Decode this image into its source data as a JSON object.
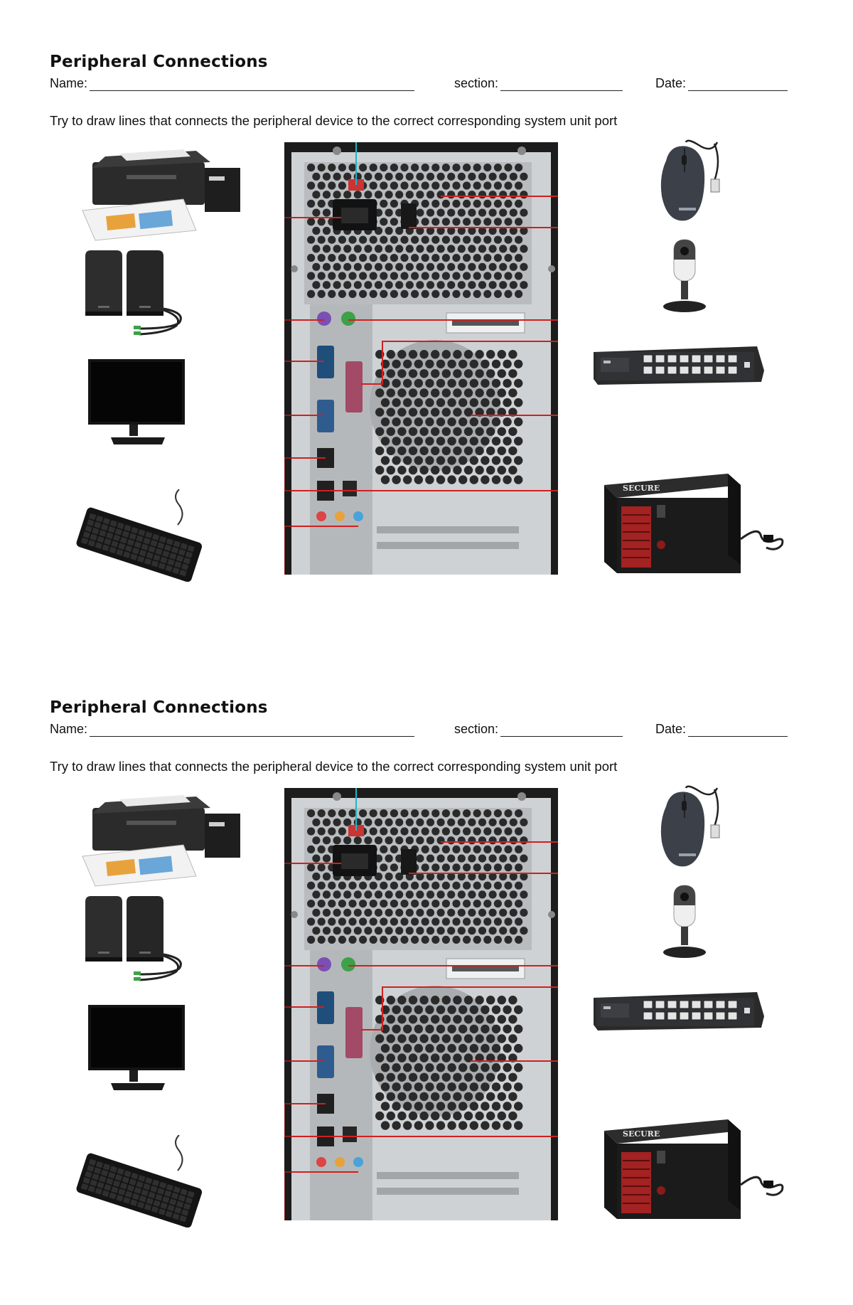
{
  "worksheets": [
    {
      "title": "Peripheral Connections",
      "name_label": "Name:",
      "section_label": "section:",
      "date_label": "Date:",
      "instruction": "Try to draw lines that connects the peripheral device to the correct corresponding system unit port"
    },
    {
      "title": "Peripheral Connections",
      "name_label": "Name:",
      "section_label": "section:",
      "date_label": "Date:",
      "instruction": "Try to draw lines that connects the peripheral device to the correct corresponding system unit port"
    }
  ],
  "devices_left": [
    "printer-icon",
    "speakers-icon",
    "monitor-icon",
    "keyboard-icon"
  ],
  "devices_right": [
    "mouse-icon",
    "webcam-icon",
    "network-switch-icon",
    "ups-icon"
  ],
  "ups_brand": "SECURE",
  "colors": {
    "line_red": "#d02020",
    "line_cyan": "#1fb5c5",
    "tower_black": "#1c1c1c",
    "tower_steel": "#cfd2d4",
    "text": "#111111"
  }
}
